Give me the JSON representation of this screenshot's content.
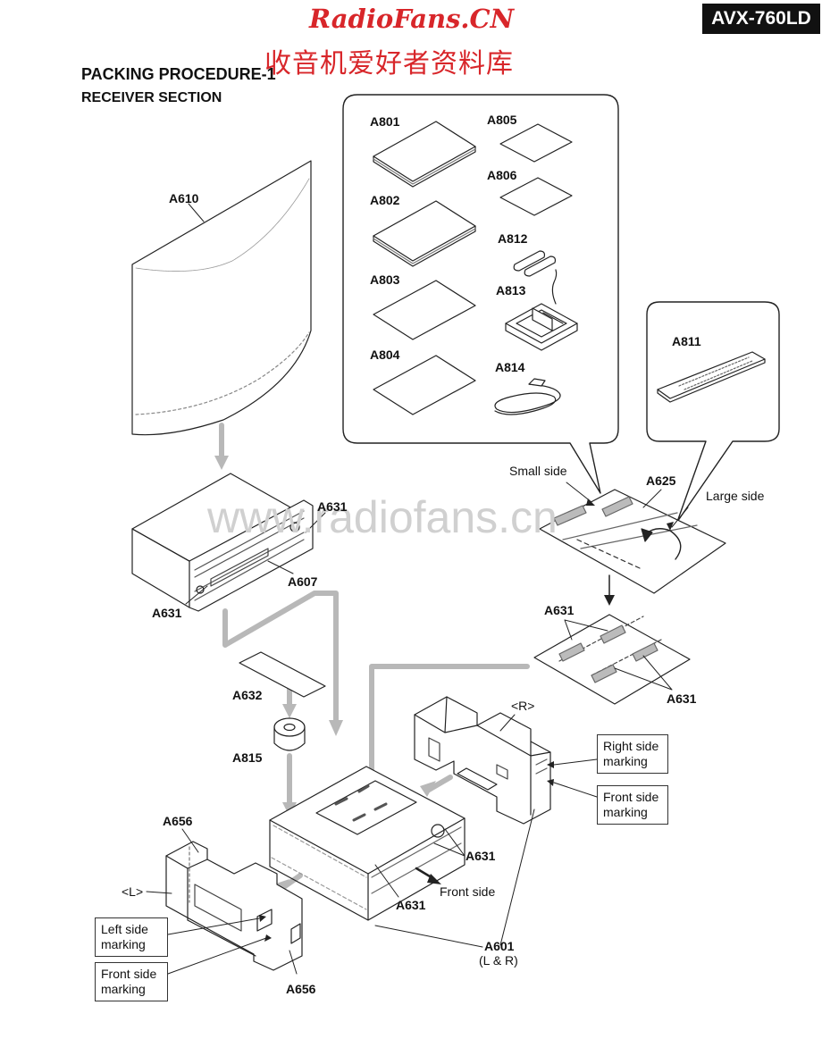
{
  "header": {
    "model": "AVX-760LD",
    "watermark_site": "RadioFans.CN",
    "watermark_cn": "收音机爱好者资料库",
    "watermark_grey": "www.radiofans.cn",
    "title": "PACKING PROCEDURE-1",
    "subtitle": "RECEIVER SECTION"
  },
  "accessories": {
    "a801": "A801",
    "a802": "A802",
    "a803": "A803",
    "a804": "A804",
    "a805": "A805",
    "a806": "A806",
    "a812": "A812",
    "a813": "A813",
    "a814": "A814",
    "a811": "A811"
  },
  "parts": {
    "a610": "A610",
    "a631_top": "A631",
    "a607": "A607",
    "a631_left": "A631",
    "a632": "A632",
    "a815": "A815",
    "a656_top": "A656",
    "a656_bottom": "A656",
    "l_side": "<L>",
    "r_side": "<R>",
    "a631_bag_top": "A631",
    "a631_bag_right": "A631",
    "a631_box_right": "A631",
    "a631_box_bottom": "A631",
    "a625": "A625",
    "a601": "A601",
    "a601_note": "(L & R)"
  },
  "annotations": {
    "small_side": "Small side",
    "large_side": "Large side",
    "front_side": "Front side",
    "right_side_marking": [
      "Right side",
      "marking"
    ],
    "front_side_marking_r": [
      "Front side",
      "marking"
    ],
    "left_side_marking": [
      "Left side",
      "marking"
    ],
    "front_side_marking_l": [
      "Front side",
      "marking"
    ]
  }
}
